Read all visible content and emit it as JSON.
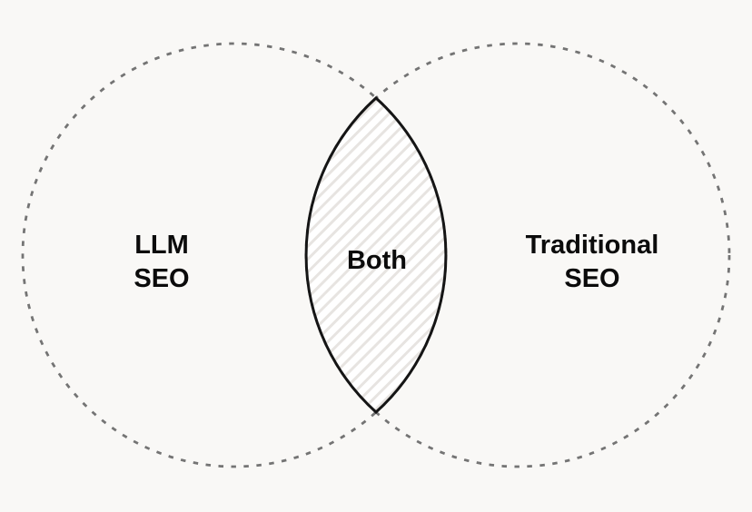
{
  "diagram": {
    "type": "venn",
    "left_circle": {
      "label_line1": "LLM",
      "label_line2": "SEO"
    },
    "right_circle": {
      "label_line1": "Traditional",
      "label_line2": "SEO"
    },
    "intersection": {
      "label": "Both",
      "fill_style": "diagonal-hatch"
    },
    "colors": {
      "background": "#f9f8f6",
      "circle_outline": "#747474",
      "lens_outline": "#151515",
      "lens_fill": "#ffffff",
      "hatch": "#e7e4e1",
      "text": "#0b0b0b"
    }
  }
}
